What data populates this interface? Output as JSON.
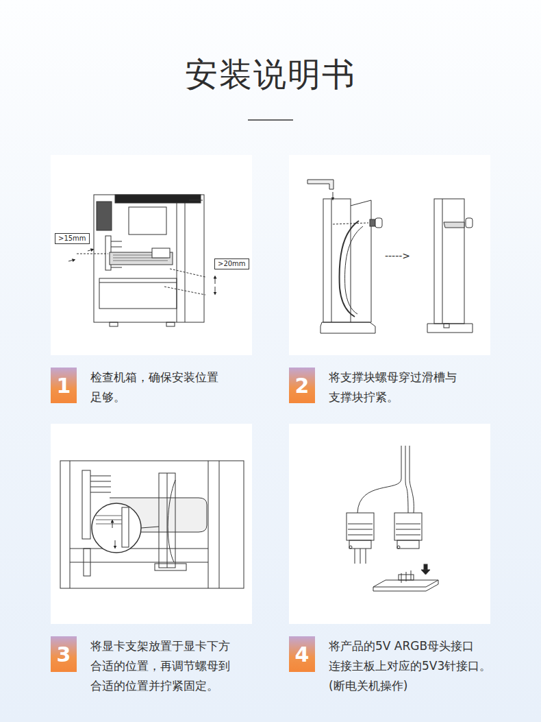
{
  "diagram": {
    "title": "安装说明书",
    "nodes": [
      {
        "text": [
          ">15mm"
        ]
      },
      {
        "text": [
          ">20mm"
        ]
      },
      {
        "text": [
          "1"
        ]
      },
      {
        "text": [
          "2"
        ]
      },
      {
        "text": [
          "3"
        ]
      },
      {
        "text": [
          "4"
        ]
      }
    ],
    "labels": [
      "----->",
      "检查机箱，确保安装位置 足够。",
      "将支撑块螺母穿过滑槽与 支撑块拧紧。",
      "将显卡支架放置于显卡下方 合适的位置，再调节螺母到 合适的位置并拧紧固定。",
      "将产品的5V ARGB母头接口 连接主板上对应的5V3针接口。 (断电关机操作)"
    ]
  }
}
